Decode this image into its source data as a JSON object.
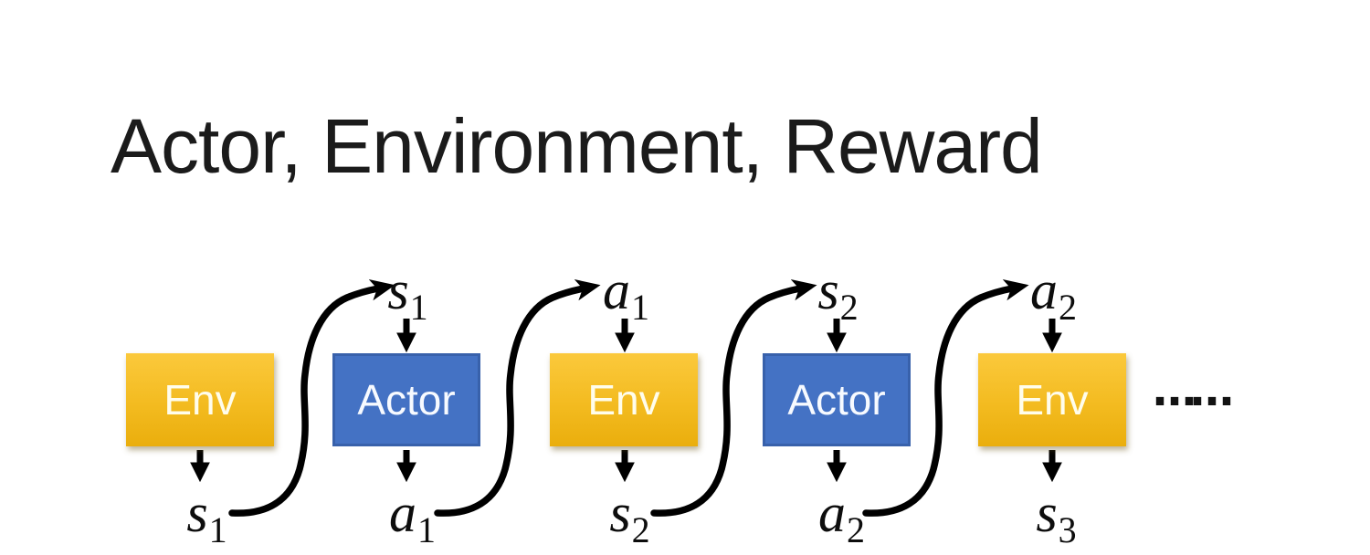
{
  "title": "Actor, Environment, Reward",
  "diagram": {
    "boxes": [
      {
        "label": "Env",
        "type": "environment"
      },
      {
        "label": "Actor",
        "type": "actor"
      },
      {
        "label": "Env",
        "type": "environment"
      },
      {
        "label": "Actor",
        "type": "actor"
      },
      {
        "label": "Env",
        "type": "environment"
      }
    ],
    "top_labels": [
      {
        "base": "s",
        "sub": "1"
      },
      {
        "base": "a",
        "sub": "1"
      },
      {
        "base": "s",
        "sub": "2"
      },
      {
        "base": "a",
        "sub": "2"
      }
    ],
    "bottom_labels": [
      {
        "base": "s",
        "sub": "1"
      },
      {
        "base": "a",
        "sub": "1"
      },
      {
        "base": "s",
        "sub": "2"
      },
      {
        "base": "a",
        "sub": "2"
      },
      {
        "base": "s",
        "sub": "3"
      }
    ],
    "ellipsis": "……",
    "colors": {
      "env_gradient_top": "#FBC93C",
      "env_gradient_bottom": "#EAAE0D",
      "actor_fill": "#4472C4",
      "actor_border": "#3861AB",
      "box_text": "#FFFFFF",
      "arrow": "#000000",
      "title_text": "#1B1B1B"
    }
  }
}
